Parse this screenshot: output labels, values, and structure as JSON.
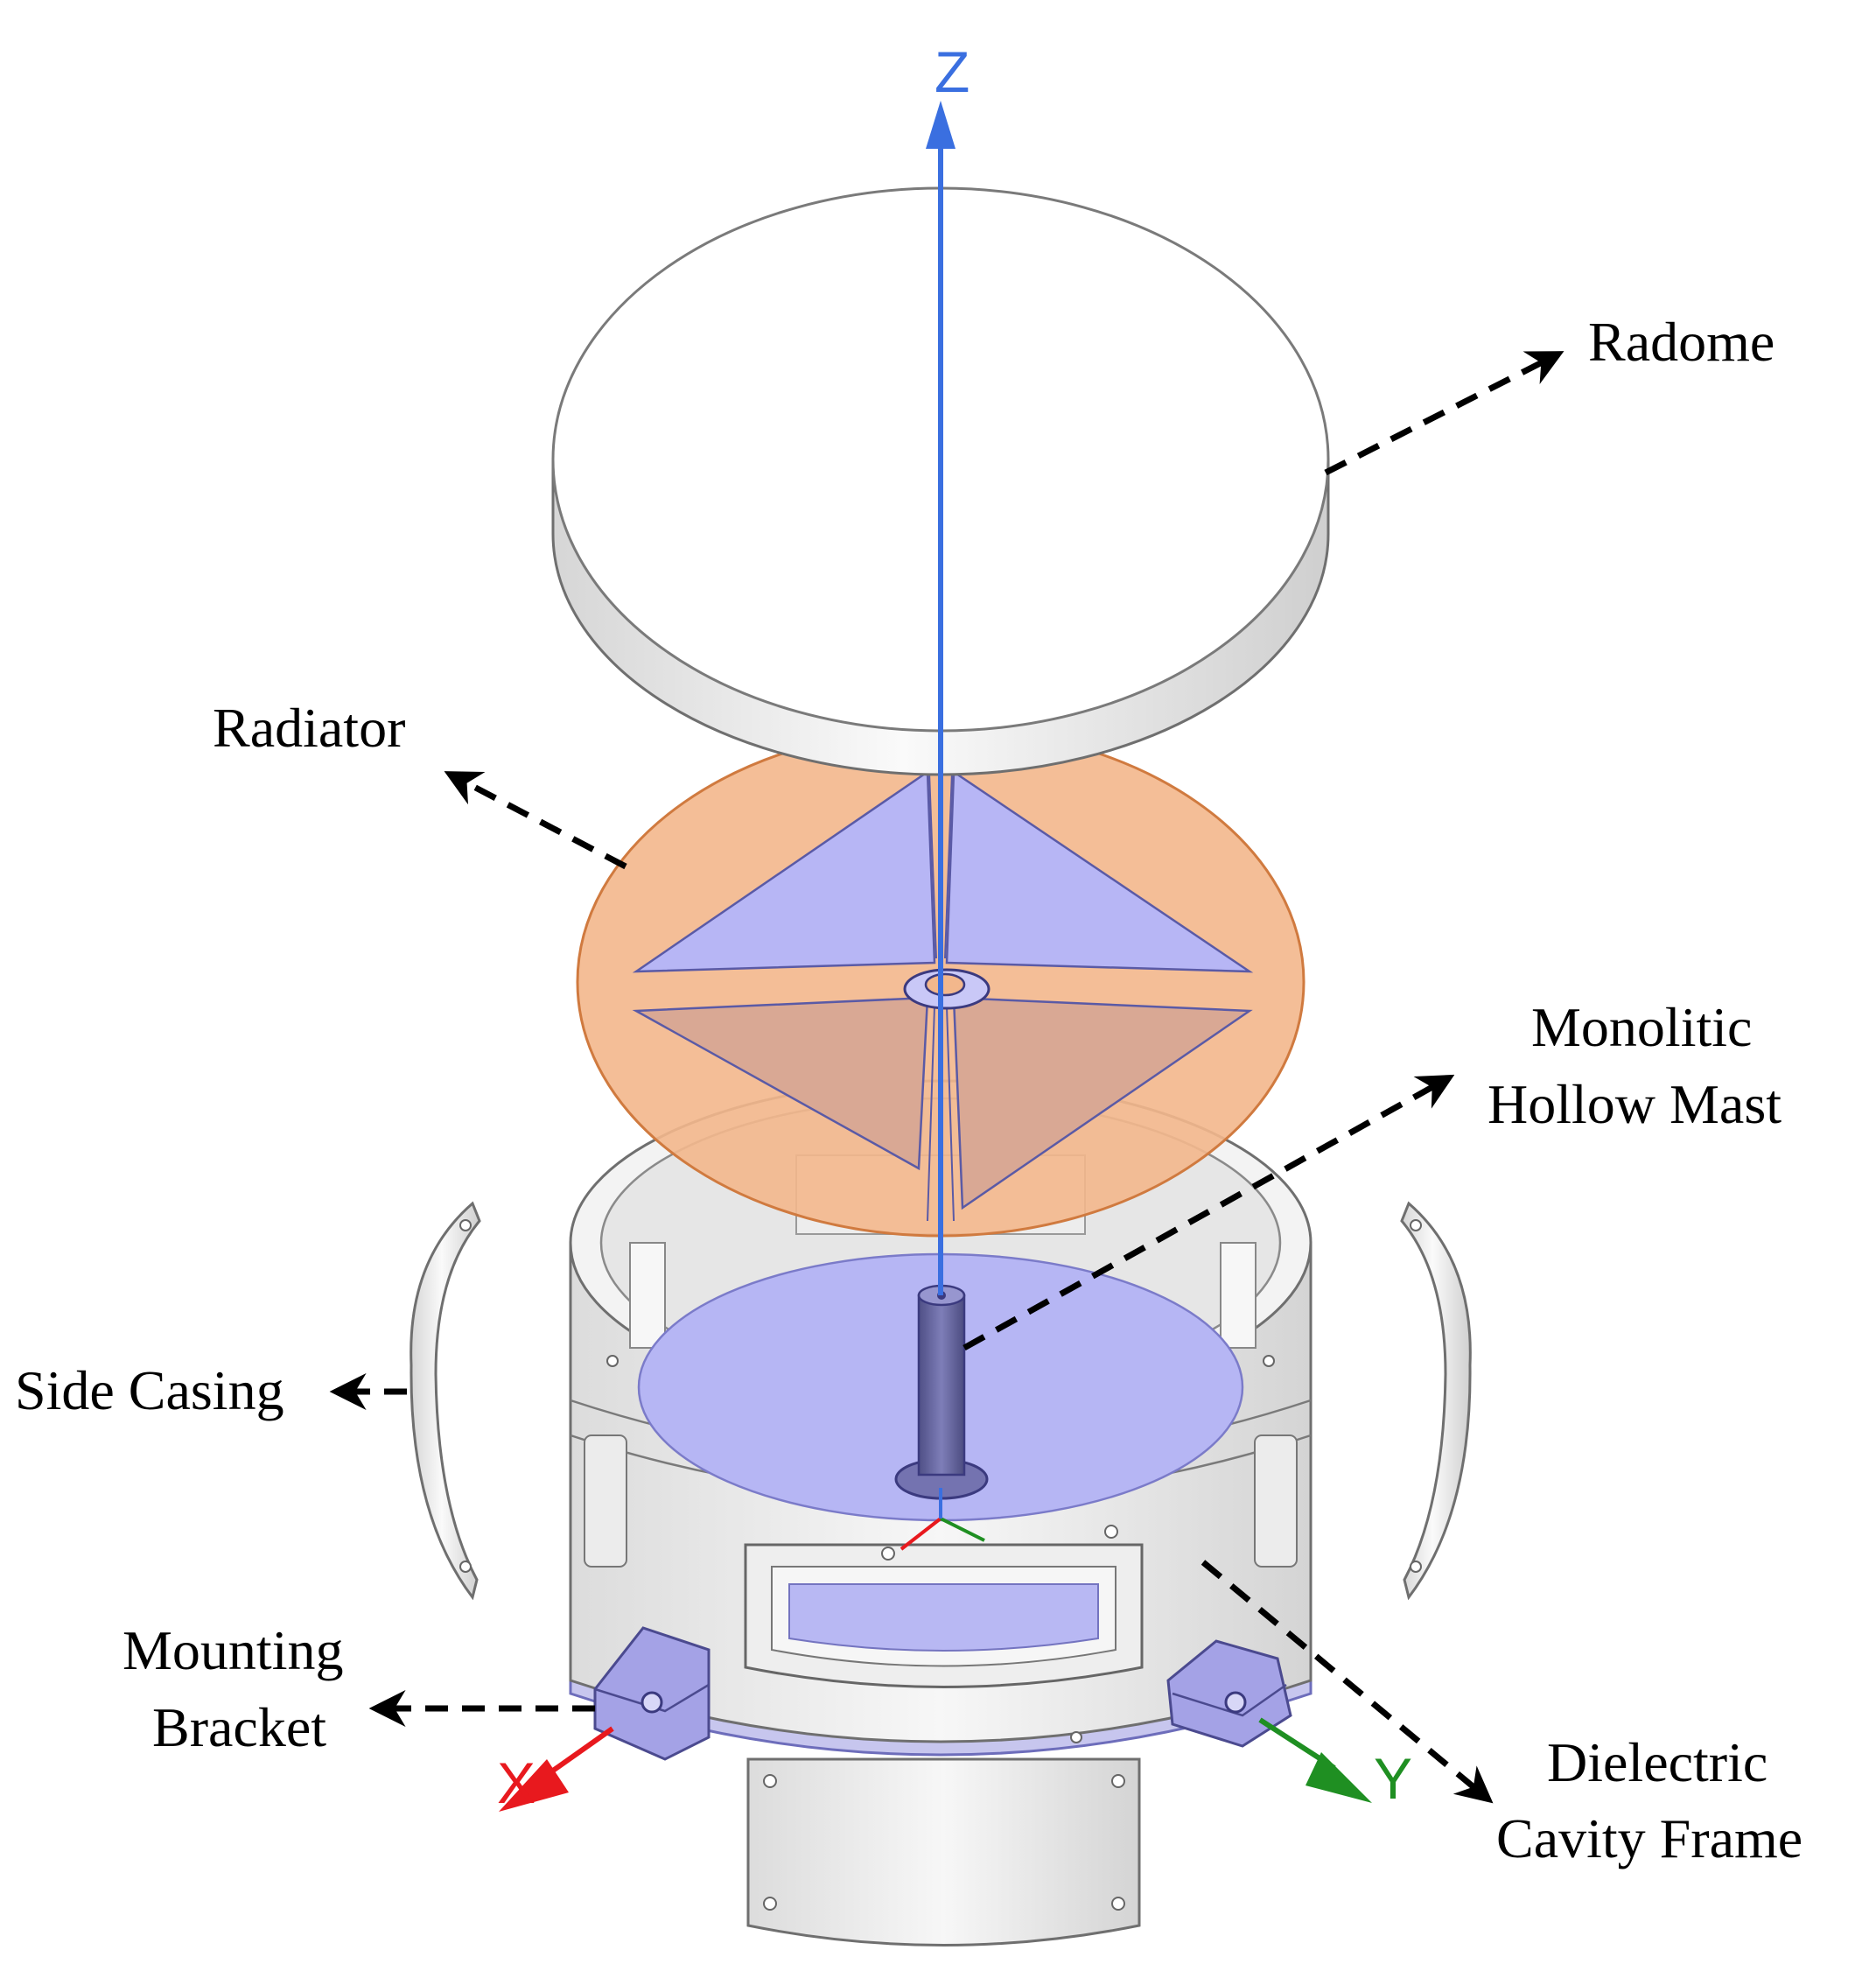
{
  "labels": {
    "radome": "Radome",
    "radiator": "Radiator",
    "mast_line1": "Monolitic",
    "mast_line2": "Hollow Mast",
    "side_casing": "Side Casing",
    "bracket_line1": "Mounting",
    "bracket_line2": "Bracket",
    "frame_line1": "Dielectric",
    "frame_line2": "Cavity Frame"
  },
  "axes": {
    "z": "Z",
    "y": "Y",
    "x": "X"
  },
  "colors": {
    "z_axis": "#3a6fe0",
    "x_axis": "#e8191e",
    "y_axis": "#1f8f22",
    "radiator_disc": "#f3b78c",
    "radiator_patch": "#b7b6f5",
    "ground_plane": "#b6b6f4",
    "mast": "#6a6a9e",
    "bracket": "#a4a2e6",
    "body": "#f1f1f1"
  },
  "icons": [
    "z-axis-arrow-icon",
    "x-axis-arrow-icon",
    "y-axis-arrow-icon",
    "leader-arrow-icon"
  ]
}
